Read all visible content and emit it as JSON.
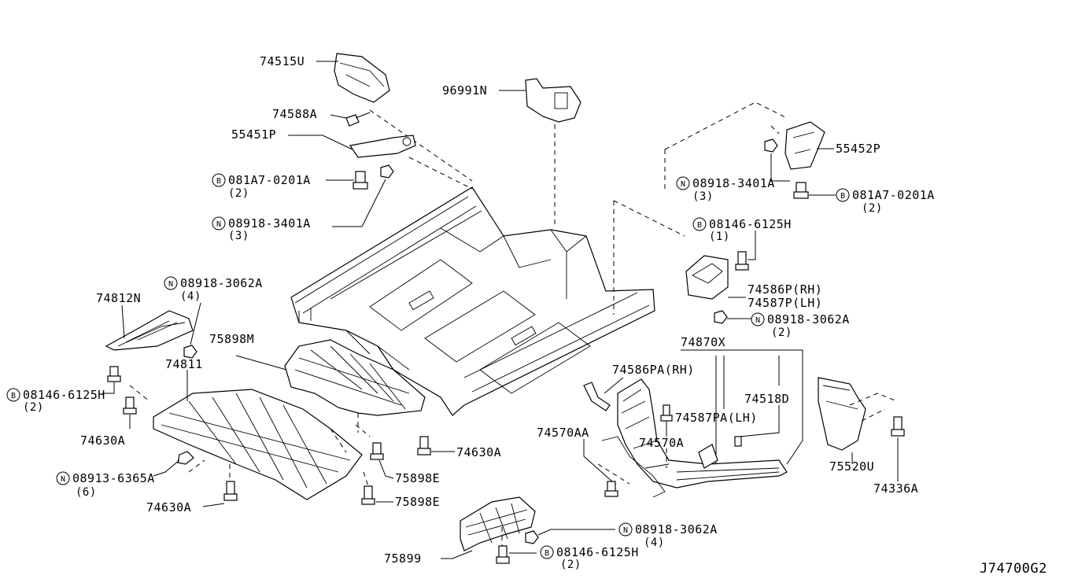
{
  "labels": {
    "p74515U": "74515U",
    "p96991N": "96991N",
    "p74588A": "74588A",
    "p55451P": "55451P",
    "p081A7_left": "081A7-0201A",
    "p081A7_left_qty": "(2)",
    "p08918_3401A_left": "08918-3401A",
    "p08918_3401A_left_qty": "(3)",
    "p55452P": "55452P",
    "p08918_3401A_right": "08918-3401A",
    "p08918_3401A_right_qty": "(3)",
    "p081A7_right": "081A7-0201A",
    "p081A7_right_qty": "(2)",
    "p08146_6125H_top": "08146-6125H",
    "p08146_6125H_top_qty": "(1)",
    "p74586P": "74586P(RH)",
    "p74587P": "74587P(LH)",
    "p08918_3062A_right": "08918-3062A",
    "p08918_3062A_right_qty": "(2)",
    "p74812N": "74812N",
    "p08918_3062A_left": "08918-3062A",
    "p08918_3062A_left_qty": "(4)",
    "p75898M": "75898M",
    "p74811": "74811",
    "p08146_6125H_left": "08146-6125H",
    "p08146_6125H_left_qty": "(2)",
    "p74630A_left": "74630A",
    "p08913_6365A": "08913-6365A",
    "p08913_6365A_qty": "(6)",
    "p74630A_bottom": "74630A",
    "p74630A_mid": "74630A",
    "p75898E_a": "75898E",
    "p75898E_b": "75898E",
    "p74870X": "74870X",
    "p74586PA": "74586PA(RH)",
    "p74587PA": "74587PA(LH)",
    "p74518D": "74518D",
    "p74570AA": "74570AA",
    "p74570A": "74570A",
    "p75520U": "75520U",
    "p74336A": "74336A",
    "p75899": "75899",
    "p08918_3062A_bottom": "08918-3062A",
    "p08918_3062A_bottom_qty": "(4)",
    "p08146_6125H_bottom": "08146-6125H",
    "p08146_6125H_bottom_qty": "(2)",
    "diagram_code": "J74700G2"
  },
  "symbols": {
    "bolt": "B",
    "nut": "N"
  }
}
